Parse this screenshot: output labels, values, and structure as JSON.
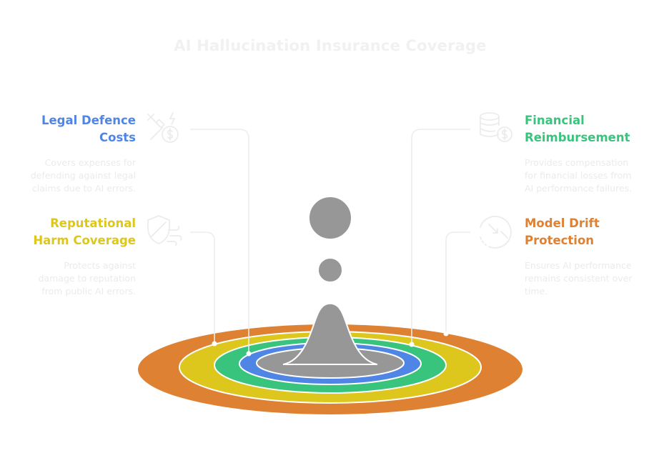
{
  "title": "AI Hallucination Insurance Coverage",
  "colors": {
    "blue": "#4f86e6",
    "green": "#39c47e",
    "yellow": "#ddc71c",
    "orange": "#de8132",
    "gray": "#979797",
    "connector": "#ededed",
    "icon": "#ececec",
    "description": "#ebebeb"
  },
  "items": [
    {
      "key": "legal",
      "heading": [
        "Legal Defence",
        "Costs"
      ],
      "description": [
        "Covers expenses for",
        "defending against legal",
        "claims due to AI errors."
      ],
      "color": "#4f86e6",
      "icon": "gavel-dollar-icon"
    },
    {
      "key": "financial",
      "heading": [
        "Financial",
        "Reimbursement"
      ],
      "description": [
        "Provides compensation",
        "for financial losses from",
        "AI performance failures."
      ],
      "color": "#39c47e",
      "icon": "coins-dollar-icon"
    },
    {
      "key": "reputational",
      "heading": [
        "Reputational",
        "Harm Coverage"
      ],
      "description": [
        "Protects against",
        "damage to reputation",
        "from public AI errors."
      ],
      "color": "#ddc71c",
      "icon": "shield-wind-icon"
    },
    {
      "key": "drift",
      "heading": [
        "Model Drift",
        "Protection"
      ],
      "description": [
        "Ensures AI performance",
        "remains consistent over",
        "time."
      ],
      "color": "#de8132",
      "icon": "drift-gauge-icon"
    }
  ]
}
